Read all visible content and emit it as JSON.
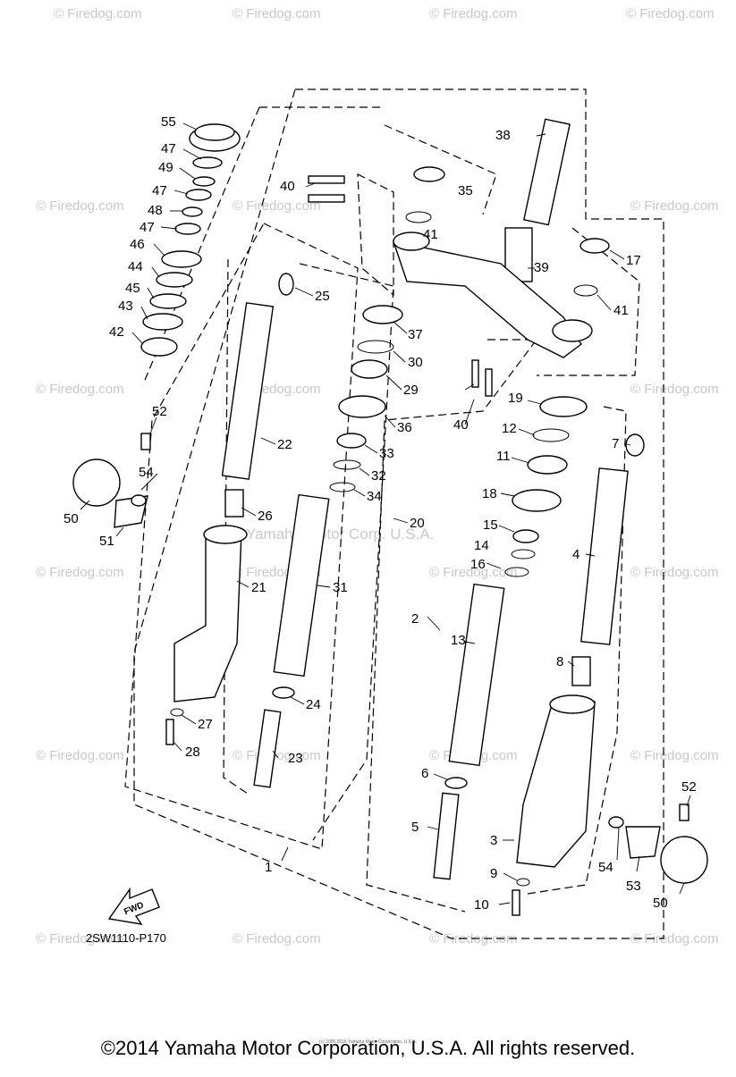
{
  "watermark": {
    "brand": "© Firedog.com",
    "center_text": "Yamaha Motor Corp. U.S.A."
  },
  "diagram": {
    "ref_code": "2SW1110-P170",
    "fwd_label": "FWD",
    "callouts": [
      "1",
      "2",
      "3",
      "4",
      "5",
      "6",
      "7",
      "8",
      "9",
      "10",
      "11",
      "12",
      "13",
      "14",
      "15",
      "16",
      "17",
      "18",
      "19",
      "20",
      "21",
      "22",
      "23",
      "24",
      "25",
      "26",
      "27",
      "28",
      "29",
      "30",
      "31",
      "32",
      "33",
      "34",
      "35",
      "36",
      "37",
      "38",
      "39",
      "40",
      "41",
      "42",
      "43",
      "44",
      "45",
      "46",
      "47",
      "48",
      "49",
      "50",
      "51",
      "52",
      "53",
      "54",
      "55"
    ],
    "small_print": "(c) 2005 2016 Yamaha Motor Corporation, U.S.A."
  },
  "footer": {
    "copyright": "©2014 Yamaha Motor Corporation, U.S.A. All rights reserved."
  }
}
